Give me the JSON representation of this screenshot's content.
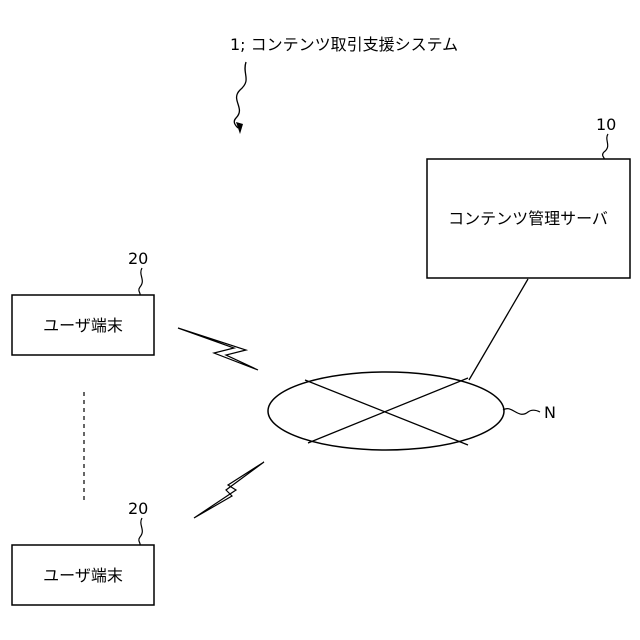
{
  "system_label": "1; コンテンツ取引支援システム",
  "server": {
    "ref": "10",
    "label": "コンテンツ管理サーバ"
  },
  "network": {
    "ref": "N"
  },
  "terminals": [
    {
      "ref": "20",
      "label": "ユーザ端末"
    },
    {
      "ref": "20",
      "label": "ユーザ端末"
    }
  ]
}
